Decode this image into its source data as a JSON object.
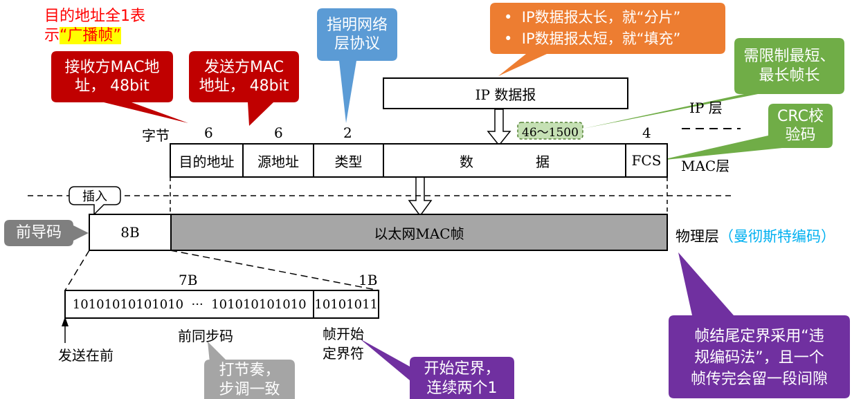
{
  "top_note": {
    "line1": "目的地址全1表",
    "line2_prefix": "示",
    "line2_highlight": "“广播帧”",
    "color": "#ff0000",
    "highlight_bg": "#ffff00"
  },
  "callouts": {
    "dest_mac": {
      "text1": "接收方MAC地",
      "text2": "址， 48bit",
      "color": "#c00000"
    },
    "src_mac": {
      "text1": "发送方MAC",
      "text2": "地址， 48bit",
      "color": "#c00000"
    },
    "type_note": {
      "text1": "指明网络",
      "text2": "层协议",
      "color": "#5b9bd5"
    },
    "ip_size": {
      "bullet": "•",
      "text1": "IP数据报太长，就“分片”",
      "text2": "IP数据报太短，就“填充”",
      "color": "#ed7d31"
    },
    "min_max": {
      "text1": "需限制最短、",
      "text2": "最长帧长",
      "color": "#70ad47"
    },
    "crc": {
      "text1": "CRC校",
      "text2": "验码",
      "color": "#70ad47"
    },
    "preamble": {
      "text": "前导码",
      "color": "#7f7f7f"
    },
    "rhythm": {
      "text1": "打节奏，",
      "text2": "步调一致",
      "color": "#a5a5a5"
    },
    "sfd_note": {
      "text1": "开始定界，",
      "text2": "连续两个1",
      "color": "#7030a0"
    },
    "end_note": {
      "text1": "帧结尾定界采用“违",
      "text2": "规编码法”，且一个",
      "text3": "帧传完会留一段间隙",
      "color": "#7030a0"
    }
  },
  "ip_packet": {
    "label": "IP 数据报",
    "layer": "IP 层"
  },
  "byte_row": {
    "label": "字节",
    "dest": "6",
    "src": "6",
    "type": "2",
    "data": "46～1500",
    "fcs": "4"
  },
  "mac_frame": {
    "dest": "目的地址",
    "src": "源地址",
    "type": "类型",
    "data1": "数",
    "data2": "据",
    "fcs": "FCS",
    "layer": "MAC层"
  },
  "insert_tag": "插入",
  "physical": {
    "preamble_size": "8B",
    "frame_label": "以太网MAC帧",
    "layer": "物理层",
    "layer_note": "（曼彻斯特编码）",
    "layer_note_color": "#00b0f0",
    "frame_fill": "#a6a6a6"
  },
  "preamble_detail": {
    "size_7b": "7B",
    "size_1b": "1B",
    "bits_sync": "10101010101010  ···  101010101010",
    "bits_sfd": "10101011",
    "sync_label": "前同步码",
    "sfd_label1": "帧开始",
    "sfd_label2": "定界符",
    "send_first": "发送在前"
  }
}
